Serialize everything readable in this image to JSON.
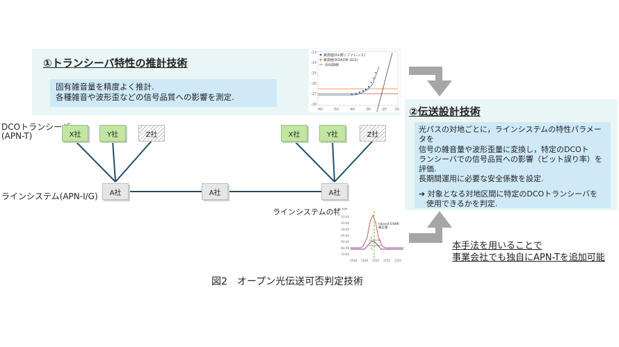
{
  "panel1": {
    "title": "①トランシーバ特性の推計技術",
    "lines": [
      "固有雑音量を精度よく推計.",
      "各種雑音や波形歪などの信号品質への影響を測定."
    ]
  },
  "panel2": {
    "title": "②伝送設計技術",
    "lines": [
      "光パスの対地ごとに，ラインシステムの特性パラメータを",
      "信号の雑音量や波形歪量に変換し，特定のDCOト",
      "ランシーバでの信号品質への影響（ビット誤り率）を",
      "評価.",
      "長期間運用に必要な安全係数を設定.",
      "",
      "➔ 対象となる対地区間に特定のDCOトランシーバを",
      "　使用できるかを判定."
    ]
  },
  "labels": {
    "dco": "DCOトランシーバ",
    "dco_sub": "(APN-T)",
    "line_system": "ラインシステム(APN-I/G)",
    "line_char": "ラインシステムの特性"
  },
  "nodes": {
    "left": [
      "X社",
      "Y社",
      "Z社"
    ],
    "right": [
      "X社",
      "Y社",
      "Z社"
    ],
    "a_left": "A社",
    "a_mid": "A社",
    "a_right": "A社"
  },
  "note_lines": [
    "本手法を用いることで",
    "事業会社でも独自にAPN-Tを追加可能"
  ],
  "caption": "図2　オープン光伝送可否判定技術",
  "chart1": {
    "legend": [
      "実測値(Rx側リファレンス)",
      "実測値(ROADM OLS)",
      "近似曲線"
    ],
    "yticks": [
      "-13",
      "-14",
      "-15",
      "-16",
      "-17",
      "-18"
    ],
    "xticks": [
      "-60",
      "-50",
      "-40",
      "-30",
      "-20",
      "-10"
    ]
  },
  "chart2": {
    "annotation": [
      "Inband OSNR",
      "補正量"
    ],
    "yticks": [
      "-10.00",
      "-20.00",
      "-30.00",
      "-40.00",
      "-50.00",
      "-60.00",
      "-70.00"
    ],
    "xticks": [
      "1548",
      "1549",
      "1550",
      "1551",
      "1552"
    ]
  },
  "colors": {
    "panel": "#eaf6f6",
    "box": "#cfe9f7",
    "arrow": "#a6a6a6",
    "link": "#1f4e6e"
  }
}
